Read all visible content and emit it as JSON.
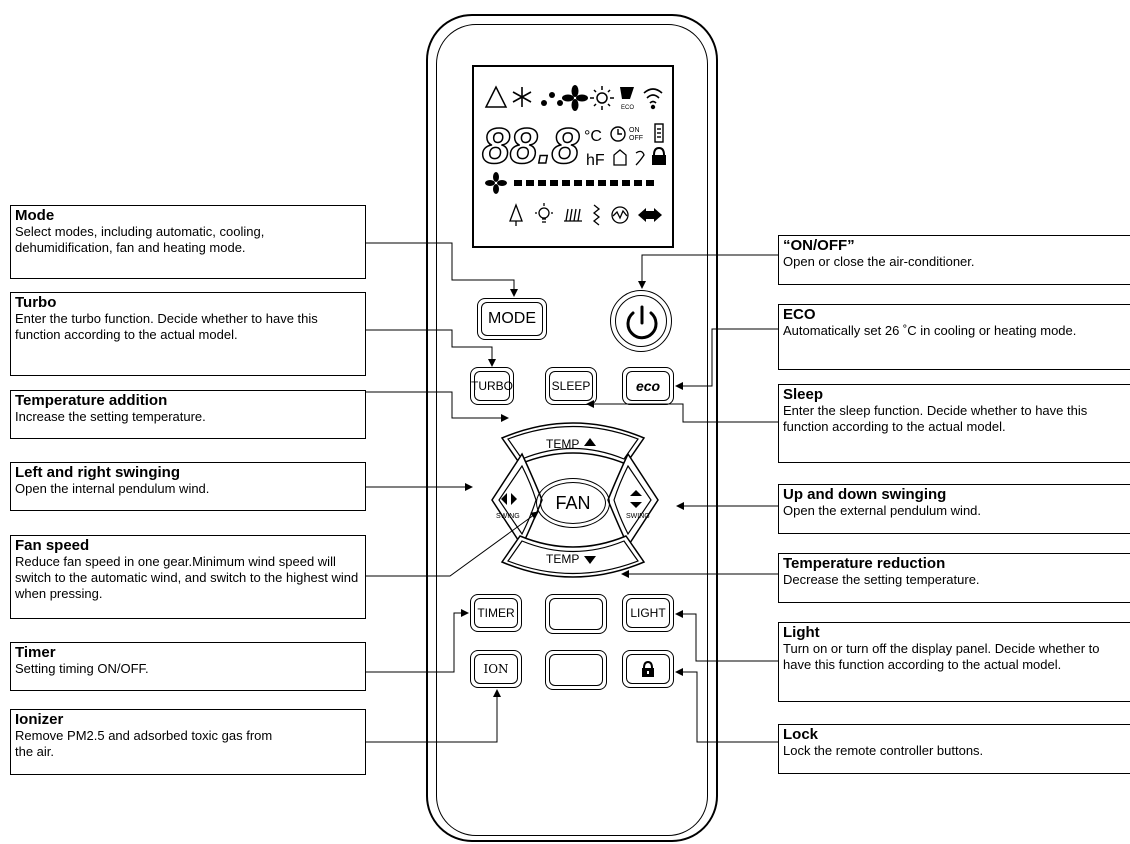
{
  "remote": {
    "lcd": {
      "digits": "88.8",
      "unit_c": "°C",
      "unit_hf": "hF",
      "on_off_on": "ON",
      "on_off_off": "OFF",
      "eco_small": "ECO"
    },
    "buttons": {
      "mode": "MODE",
      "turbo": "TURBO",
      "sleep": "SLEEP",
      "eco": "eco",
      "temp_up": "TEMP",
      "temp_down": "TEMP",
      "fan": "FAN",
      "swing": "SWING",
      "timer": "TIMER",
      "light": "LIGHT",
      "ion": "ION"
    }
  },
  "callouts_left": [
    {
      "title": "Mode",
      "desc": "Select modes, including automatic, cooling, dehumidification, fan and heating mode."
    },
    {
      "title": "Turbo",
      "desc": "Enter the turbo function. Decide whether to have this function according to the actual model."
    },
    {
      "title": "Temperature addition",
      "desc": "Increase the setting temperature."
    },
    {
      "title": "Left and right swinging",
      "desc": "Open the internal pendulum wind."
    },
    {
      "title": "Fan speed",
      "desc": "Reduce fan speed in one gear.Minimum wind speed will switch to the automatic wind, and switch to the highest wind when pressing."
    },
    {
      "title": "Timer",
      "desc": "Setting timing ON/OFF."
    },
    {
      "title": "Ionizer",
      "desc": "Remove PM2.5 and adsorbed toxic gas from the air."
    }
  ],
  "callouts_right": [
    {
      "title": "“ON/OFF”",
      "desc": "Open or close the air-conditioner."
    },
    {
      "title": "ECO",
      "desc": "Automatically set 26 ˚C in cooling or heating mode."
    },
    {
      "title": "Sleep",
      "desc": "Enter the sleep function. Decide whether to have this function according to the actual model."
    },
    {
      "title": "Up and down swinging",
      "desc": "Open the external pendulum wind."
    },
    {
      "title": "Temperature reduction",
      "desc": "Decrease the setting temperature."
    },
    {
      "title": "Light",
      "desc": "Turn on or turn off the display panel. Decide whether to have this function according to the actual model."
    },
    {
      "title": "Lock",
      "desc": "Lock the remote controller buttons."
    }
  ]
}
